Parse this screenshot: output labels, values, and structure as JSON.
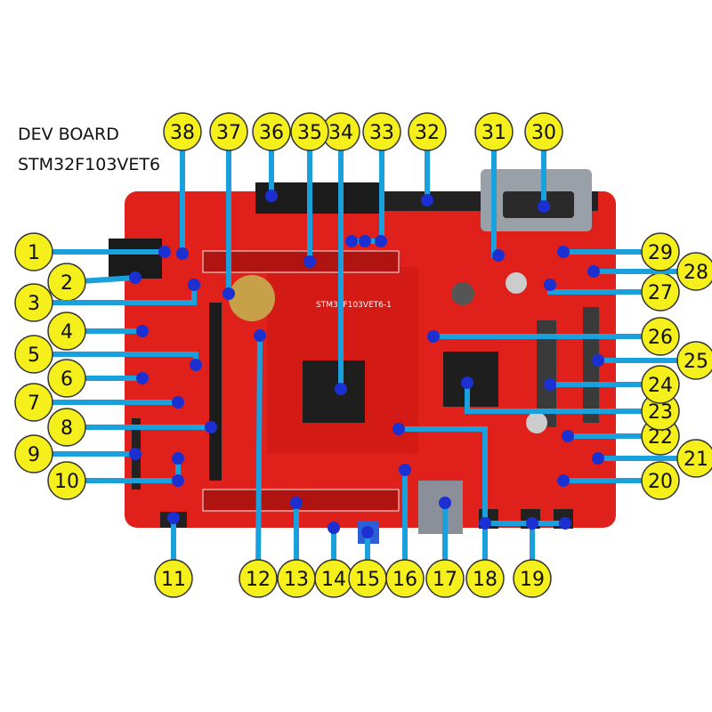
{
  "title_line1": "DEV BOARD",
  "title_line2": "STM32F103VET6",
  "board_silk_label": "STM32F103VET6-1",
  "colors": {
    "board": "#e0201a",
    "callout_fill": "#f5ef1c",
    "leader": "#1aa0dc",
    "dot": "#1c2fd0"
  },
  "callouts": [
    "1",
    "2",
    "3",
    "4",
    "5",
    "6",
    "7",
    "8",
    "9",
    "10",
    "11",
    "12",
    "13",
    "14",
    "15",
    "16",
    "17",
    "18",
    "19",
    "20",
    "21",
    "22",
    "23",
    "24",
    "25",
    "26",
    "27",
    "28",
    "29",
    "30",
    "31",
    "32",
    "33",
    "34",
    "35",
    "36",
    "37",
    "38"
  ]
}
